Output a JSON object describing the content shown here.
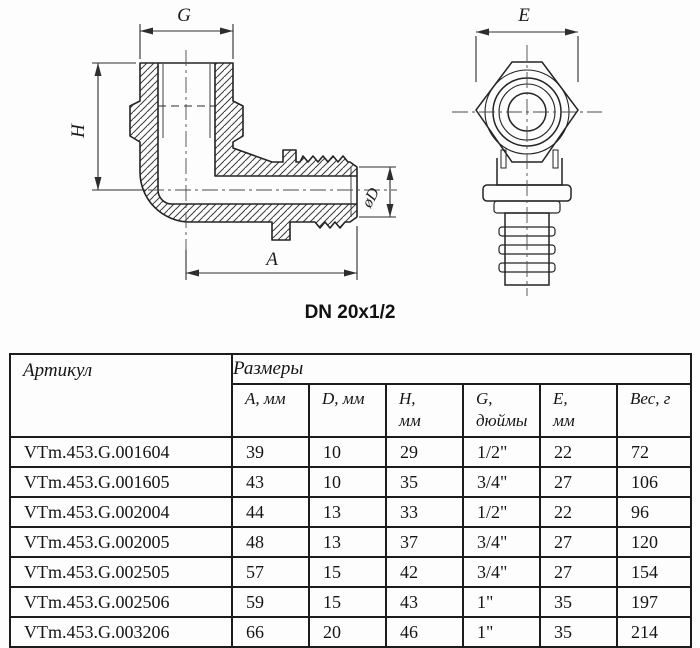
{
  "drawing": {
    "caption": "DN 20x1/2",
    "dimensions": {
      "g": "G",
      "h": "H",
      "a": "A",
      "d": "øD",
      "e": "E"
    }
  },
  "table": {
    "header": {
      "article": "Артикул",
      "sizes": "Размеры"
    },
    "subheaders": [
      {
        "line1": "A, мм",
        "line2": ""
      },
      {
        "line1": "D, мм",
        "line2": ""
      },
      {
        "line1": "H,",
        "line2": "мм"
      },
      {
        "line1": "G,",
        "line2": "дюймы"
      },
      {
        "line1": "E,",
        "line2": "мм"
      },
      {
        "line1": "Вес, г",
        "line2": ""
      }
    ],
    "rows": [
      [
        "VTm.453.G.001604",
        "39",
        "10",
        "29",
        "1/2\"",
        "22",
        "72"
      ],
      [
        "VTm.453.G.001605",
        "43",
        "10",
        "35",
        "3/4\"",
        "27",
        "106"
      ],
      [
        "VTm.453.G.002004",
        "44",
        "13",
        "33",
        "1/2\"",
        "22",
        "96"
      ],
      [
        "VTm.453.G.002005",
        "48",
        "13",
        "37",
        "3/4\"",
        "27",
        "120"
      ],
      [
        "VTm.453.G.002505",
        "57",
        "15",
        "42",
        "3/4\"",
        "27",
        "154"
      ],
      [
        "VTm.453.G.002506",
        "59",
        "15",
        "43",
        "1\"",
        "35",
        "197"
      ],
      [
        "VTm.453.G.003206",
        "66",
        "20",
        "46",
        "1\"",
        "35",
        "214"
      ]
    ]
  }
}
